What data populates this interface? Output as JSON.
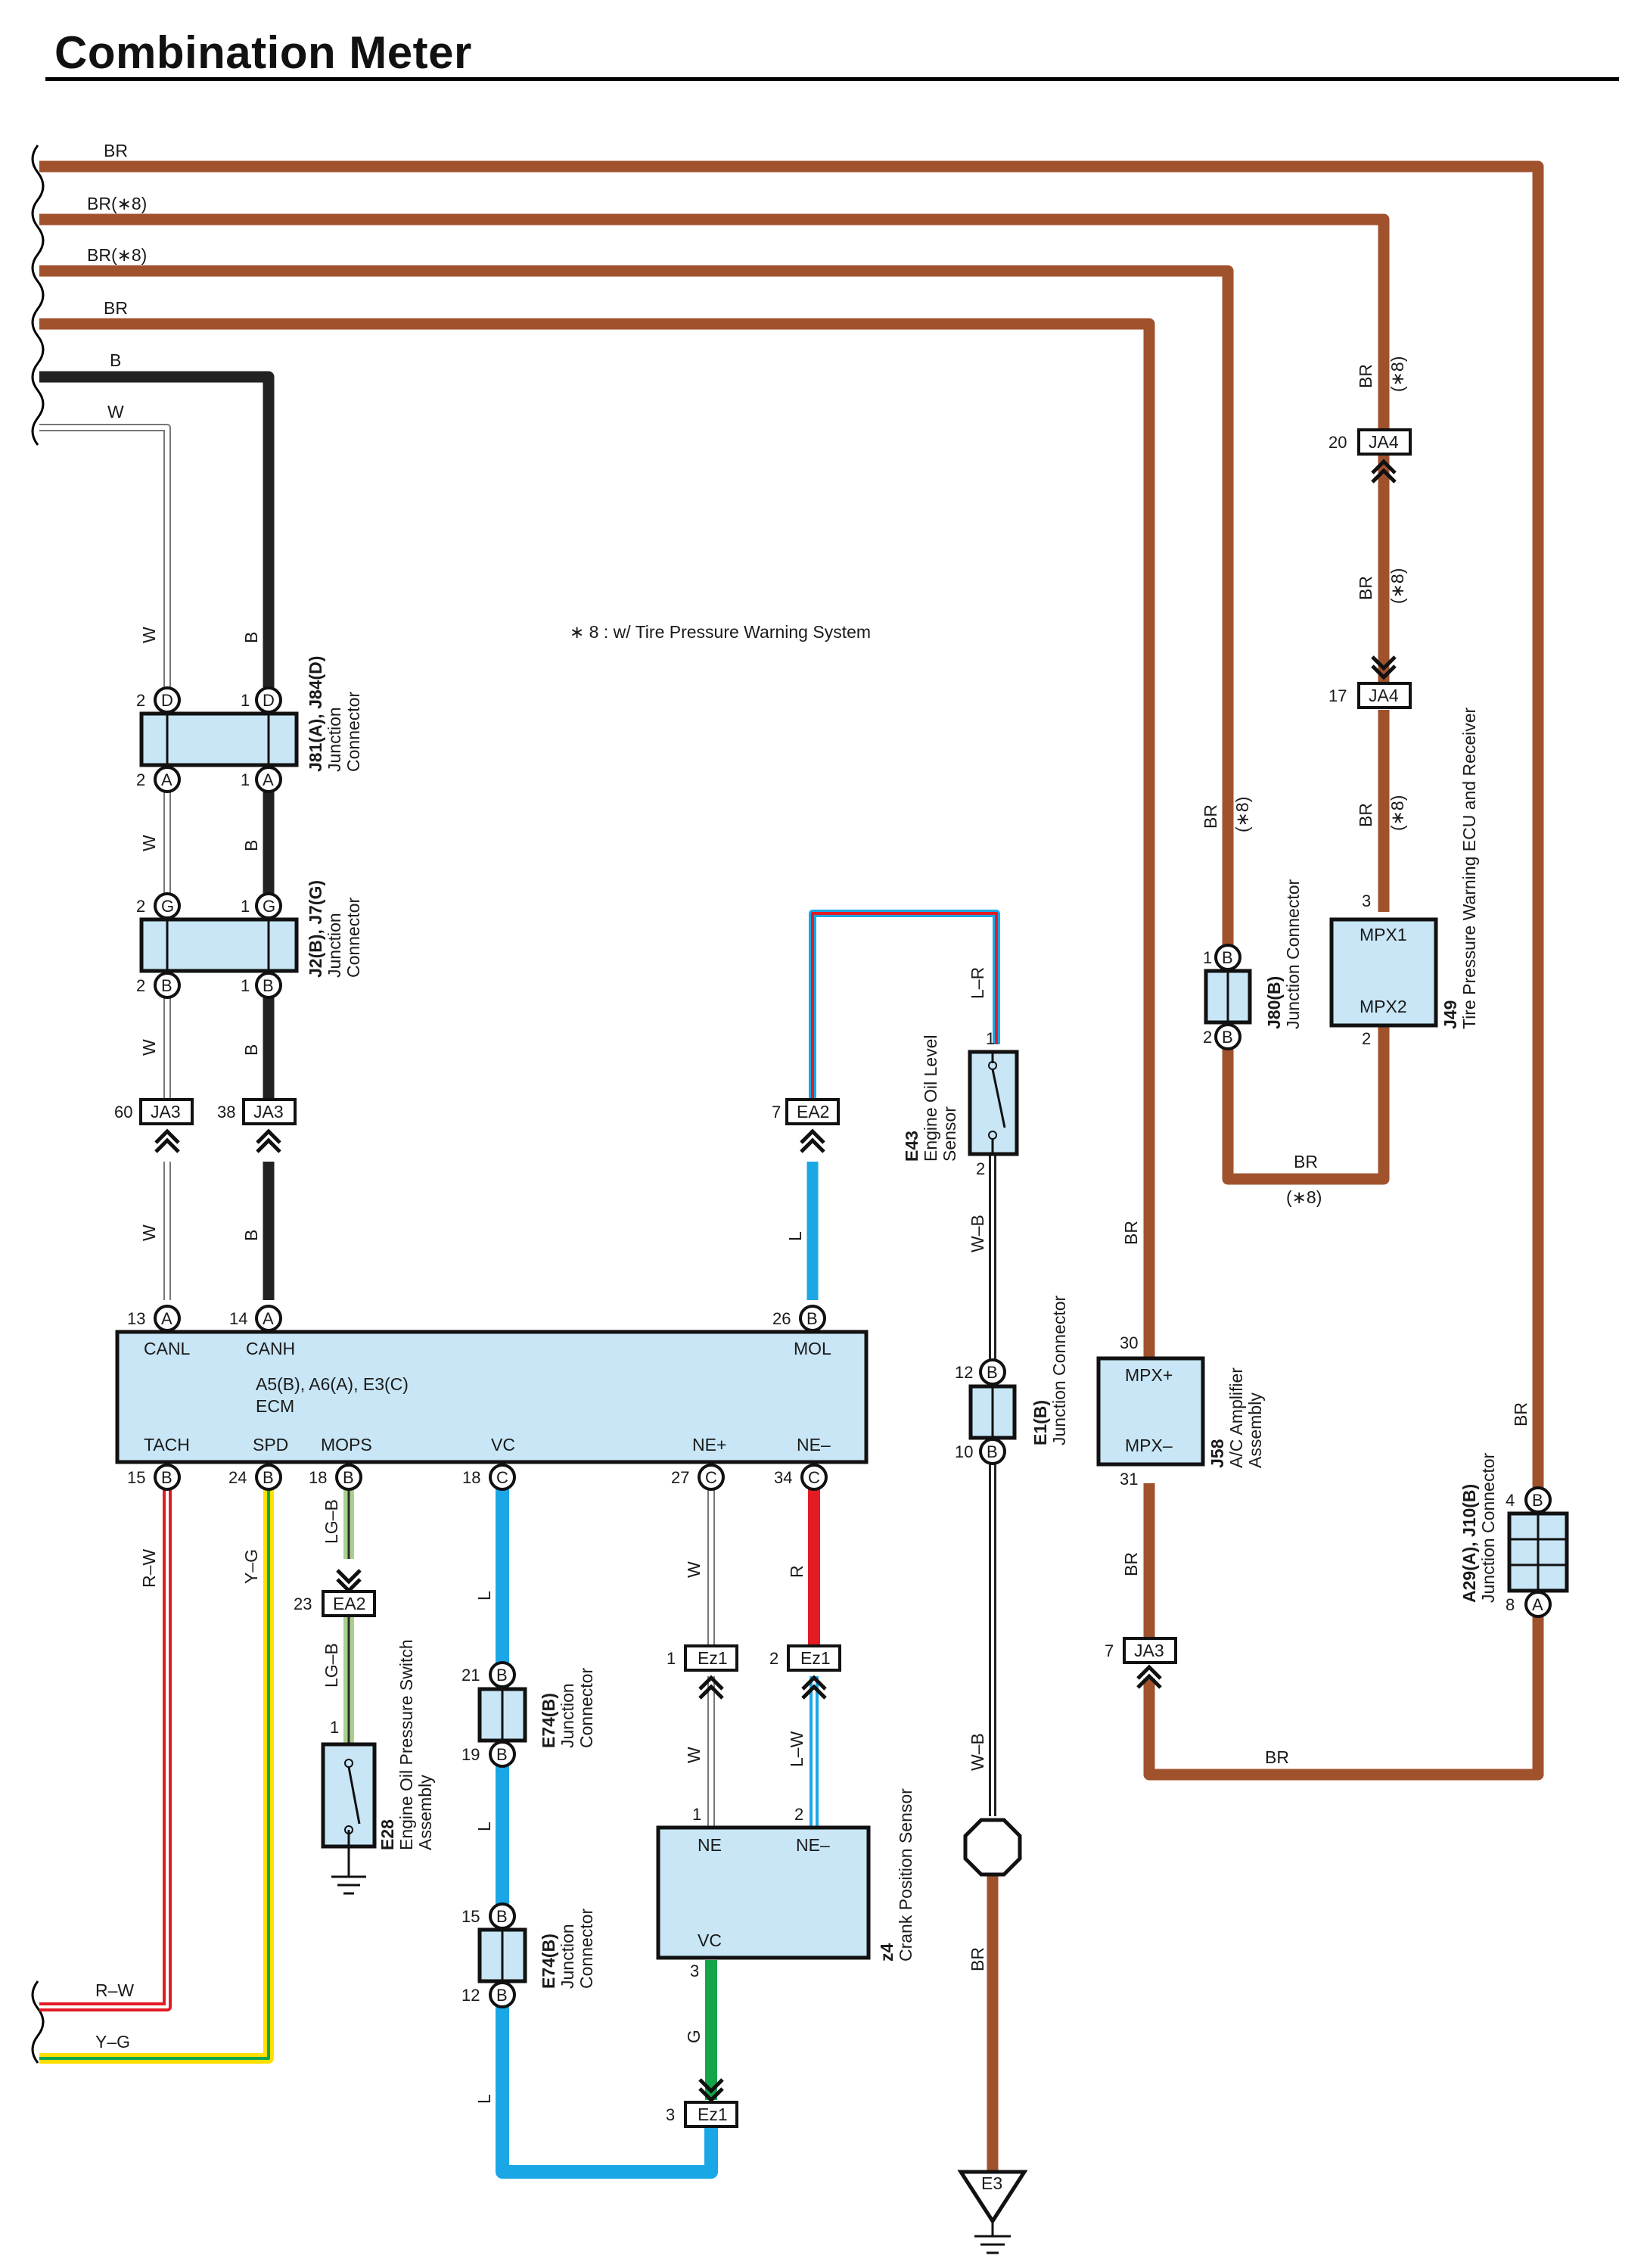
{
  "page": {
    "title": "Combination Meter"
  },
  "note": "∗ 8 : w/ Tire Pressure Warning System",
  "colors": {
    "BR": "#a0522d",
    "B": "#222222",
    "W": "#bdbdbd",
    "L": "#1ba7e6",
    "R": "#e31b23",
    "Y": "#ffe000",
    "G": "#12a54a",
    "LG": "#a9d18e",
    "box_fill": "#c8e6f5",
    "outline": "#111111"
  },
  "left_wires": [
    {
      "label": "BR"
    },
    {
      "label": "BR(∗8)"
    },
    {
      "label": "BR(∗8)"
    },
    {
      "label": "BR"
    },
    {
      "label": "B"
    },
    {
      "label": "W"
    },
    {
      "label": "R–W"
    },
    {
      "label": "Y–G"
    }
  ],
  "wire_labels": {
    "w": "W",
    "b": "B",
    "l": "L",
    "br": "BR",
    "star8": "(∗8)",
    "lr": "L–R",
    "wb": "W–B",
    "rw": "R–W",
    "yg": "Y–G",
    "lgb": "LG–B",
    "r": "R",
    "lw": "L–W",
    "g": "G"
  },
  "components": {
    "j81": {
      "id": "J81(A), J84(D)",
      "name1": "Junction",
      "name2": "Connector"
    },
    "j2": {
      "id": "J2(B), J7(G)",
      "name1": "Junction",
      "name2": "Connector"
    },
    "ecm": {
      "id": "A5(B), A6(A), E3(C)",
      "name": "ECM",
      "pins_top": [
        "CANL",
        "CANH",
        "MOL"
      ],
      "pins_bottom": [
        "TACH",
        "SPD",
        "MOPS",
        "VC",
        "NE+",
        "NE–"
      ]
    },
    "e43": {
      "id": "E43",
      "name1": "Engine Oil Level",
      "name2": "Sensor"
    },
    "e1": {
      "id": "E1(B)",
      "name": "Junction Connector"
    },
    "j80": {
      "id": "J80(B)",
      "name": "Junction Connector"
    },
    "j49": {
      "id": "J49",
      "name": "Tire Pressure Warning ECU and Receiver",
      "pin_a": "MPX1",
      "pin_b": "MPX2"
    },
    "j58": {
      "id": "J58",
      "name1": "A/C Amplifier",
      "name2": "Assembly",
      "pin_a": "MPX+",
      "pin_b": "MPX–"
    },
    "a29": {
      "id": "A29(A), J10(B)",
      "name": "Junction Connector"
    },
    "e28": {
      "id": "E28",
      "name1": "Engine Oil Pressure Switch",
      "name2": "Assembly"
    },
    "e74a": {
      "id": "E74(B)",
      "name1": "Junction",
      "name2": "Connector"
    },
    "e74b": {
      "id": "E74(B)",
      "name1": "Junction",
      "name2": "Connector"
    },
    "z4": {
      "id": "z4",
      "name": "Crank Position Sensor",
      "pin_a": "NE",
      "pin_b": "NE–",
      "pin_c": "VC"
    },
    "e3": {
      "id": "E3"
    }
  },
  "connectors": {
    "ja3": "JA3",
    "ja4": "JA4",
    "ea2": "EA2",
    "ez1": "Ez1"
  },
  "pins": {
    "n1": "1",
    "n2": "2",
    "n3": "3",
    "n4": "4",
    "n7": "7",
    "n8": "8",
    "n10": "10",
    "n12": "12",
    "n13": "13",
    "n14": "14",
    "n15": "15",
    "n17": "17",
    "n18": "18",
    "n19": "19",
    "n20": "20",
    "n21": "21",
    "n23": "23",
    "n24": "24",
    "n26": "26",
    "n27": "27",
    "n30": "30",
    "n31": "31",
    "n34": "34",
    "n38": "38",
    "n60": "60",
    "A": "A",
    "B": "B",
    "C": "C",
    "D": "D",
    "G": "G"
  }
}
